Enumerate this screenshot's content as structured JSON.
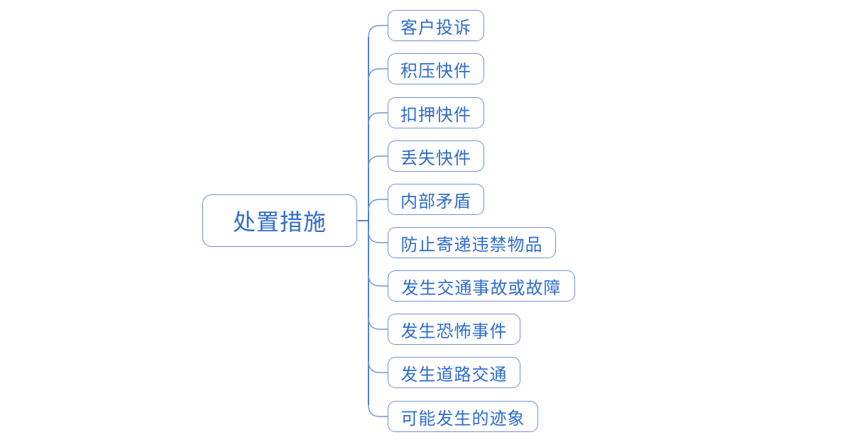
{
  "mindmap": {
    "root": {
      "label": "处置措施"
    },
    "children": [
      {
        "label": "客户投诉"
      },
      {
        "label": "积压快件"
      },
      {
        "label": "扣押快件"
      },
      {
        "label": "丢失快件"
      },
      {
        "label": "内部矛盾"
      },
      {
        "label": "防止寄递违禁物品"
      },
      {
        "label": "发生交通事故或故障"
      },
      {
        "label": "发生恐怖事件"
      },
      {
        "label": "发生道路交通"
      },
      {
        "label": "可能发生的迹象"
      }
    ],
    "colors": {
      "background": "#ffffff",
      "node_border": "#7191ce",
      "node_text": "#2f6ccd",
      "trunk_line": "#3b74c9",
      "branch_line": "#7596cf"
    }
  }
}
